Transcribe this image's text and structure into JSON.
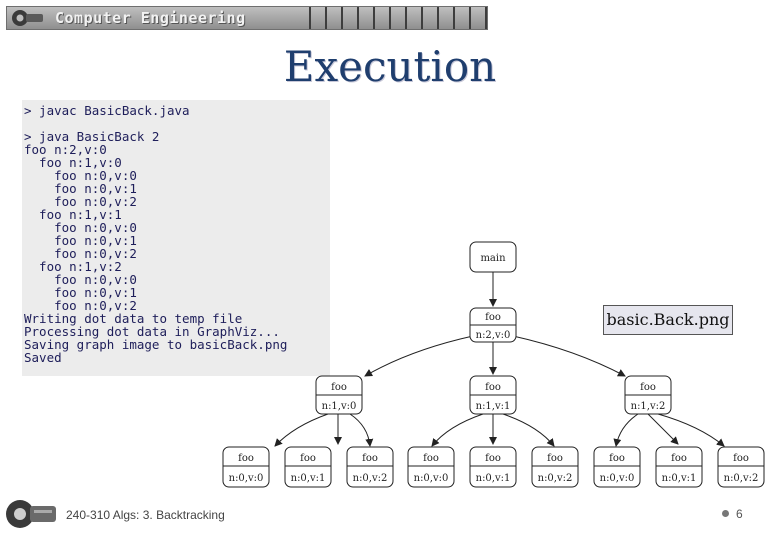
{
  "header": {
    "banner_title": "Computer Engineering"
  },
  "slide": {
    "title": "Execution"
  },
  "terminal": {
    "lines": [
      "> javac BasicBack.java",
      "",
      "> java BasicBack 2",
      "foo n:2,v:0",
      "  foo n:1,v:0",
      "    foo n:0,v:0",
      "    foo n:0,v:1",
      "    foo n:0,v:2",
      "  foo n:1,v:1",
      "    foo n:0,v:0",
      "    foo n:0,v:1",
      "    foo n:0,v:2",
      "  foo n:1,v:2",
      "    foo n:0,v:0",
      "    foo n:0,v:1",
      "    foo n:0,v:2",
      "Writing dot data to temp file",
      "Processing dot data in GraphViz...",
      "Saving graph image to basicBack.png",
      "Saved"
    ]
  },
  "callout": {
    "label": "basic.Back.png"
  },
  "graph": {
    "root": {
      "name": "main"
    },
    "level1": {
      "name": "foo",
      "state": "n:2,v:0"
    },
    "level2": [
      {
        "name": "foo",
        "state": "n:1,v:0"
      },
      {
        "name": "foo",
        "state": "n:1,v:1"
      },
      {
        "name": "foo",
        "state": "n:1,v:2"
      }
    ],
    "level3": [
      {
        "name": "foo",
        "state": "n:0,v:0"
      },
      {
        "name": "foo",
        "state": "n:0,v:1"
      },
      {
        "name": "foo",
        "state": "n:0,v:2"
      },
      {
        "name": "foo",
        "state": "n:0,v:0"
      },
      {
        "name": "foo",
        "state": "n:0,v:1"
      },
      {
        "name": "foo",
        "state": "n:0,v:2"
      },
      {
        "name": "foo",
        "state": "n:0,v:0"
      },
      {
        "name": "foo",
        "state": "n:0,v:1"
      },
      {
        "name": "foo",
        "state": "n:0,v:2"
      }
    ]
  },
  "footer": {
    "course": "240-310 Algs:  3. Backtracking",
    "page": "6"
  }
}
